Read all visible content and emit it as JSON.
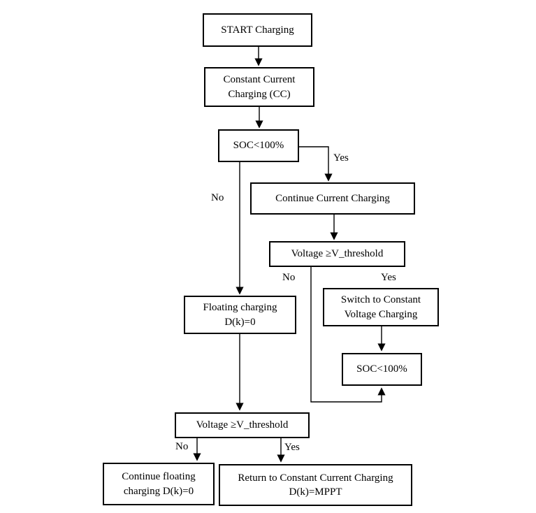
{
  "diagram": {
    "type": "flowchart",
    "nodes": {
      "start": {
        "text": "START Charging"
      },
      "cc": {
        "line1": "Constant Current",
        "line2": "Charging (CC)"
      },
      "soc_check_1": {
        "text": "SOC<100%"
      },
      "continue_current": {
        "text": "Continue Current Charging"
      },
      "voltage_check_1": {
        "text": "Voltage ≥V_threshold"
      },
      "switch_cv": {
        "line1": "Switch to Constant",
        "line2": "Voltage Charging"
      },
      "soc_check_2": {
        "text": "SOC<100%"
      },
      "floating": {
        "line1": "Floating charging",
        "line2": "D(k)=0"
      },
      "voltage_check_2": {
        "text": "Voltage ≥V_threshold"
      },
      "continue_floating": {
        "line1": "Continue floating",
        "line2": "charging D(k)=0"
      },
      "return_cc": {
        "line1": "Return to Constant Current Charging",
        "line2": "D(k)=MPPT"
      }
    },
    "edge_labels": {
      "soc1_yes": "Yes",
      "soc1_no": "No",
      "v1_no": "No",
      "v1_yes": "Yes",
      "v2_no": "No",
      "v2_yes": "Yes"
    },
    "colors": {
      "line": "#000000",
      "box_background": "#ffffff",
      "text": "#000000"
    }
  }
}
